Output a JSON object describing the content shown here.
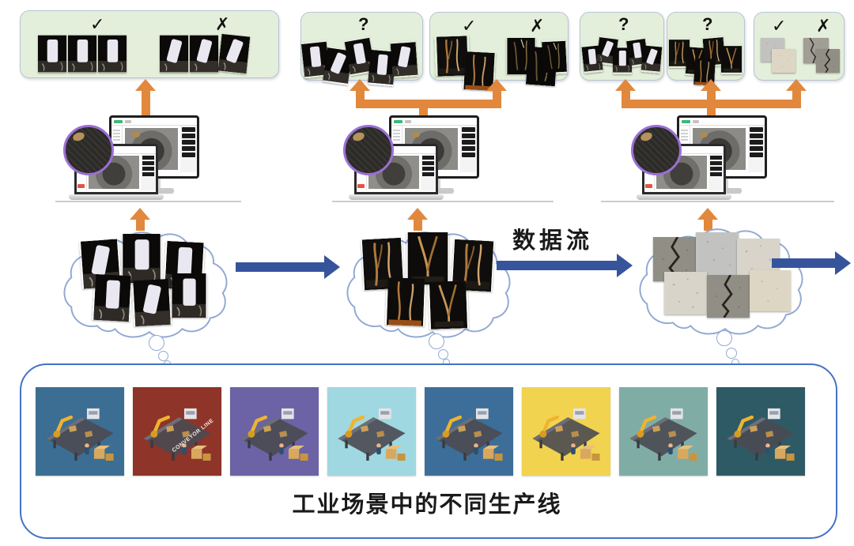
{
  "figure": {
    "flow_label": "数据流",
    "caption": "工业场景中的不同生产线"
  },
  "colors": {
    "box_fill": "#e4efdb",
    "box_border": "#b7c3d6",
    "arrow_orange": "#e2883c",
    "arrow_blue": "#35549b",
    "bottom_box_border": "#4472c4",
    "cloud_outline": "#93a9d4",
    "magnifier_ring": "#9b6fd6",
    "copper_wire": "#b07a3e",
    "screen_green_chip": "#3cb878",
    "screen_red_chip": "#e05544"
  },
  "stages": [
    {
      "name": "production-line-1",
      "boxes": [
        {
          "groups": [
            {
              "symbol": "✓",
              "image_type": "transistor-normal",
              "count": 3
            },
            {
              "symbol": "✗",
              "image_type": "transistor-tilted",
              "count": 3
            }
          ]
        }
      ],
      "cloud": {
        "image_type": "transistor",
        "count": 6
      }
    },
    {
      "name": "production-line-2",
      "boxes": [
        {
          "groups": [
            {
              "symbol": "?",
              "image_type": "transistor-mixed",
              "count": 5
            }
          ]
        },
        {
          "groups": [
            {
              "symbol": "✓",
              "image_type": "cable-dark",
              "count": 2
            },
            {
              "symbol": "✗",
              "image_type": "cable-dark",
              "count": 3
            }
          ]
        }
      ],
      "cloud": {
        "image_type": "cable-dark",
        "count": 5
      }
    },
    {
      "name": "production-line-3",
      "boxes": [
        {
          "groups": [
            {
              "symbol": "?",
              "image_type": "transistor-mixed",
              "count": 5
            }
          ]
        },
        {
          "groups": [
            {
              "symbol": "?",
              "image_type": "cable-dark",
              "count": 5
            }
          ]
        },
        {
          "groups": [
            {
              "symbol": "✓",
              "image_type": "tile-normal",
              "count": 2
            },
            {
              "symbol": "✗",
              "image_type": "tile-cracked",
              "count": 2
            }
          ]
        }
      ],
      "cloud": {
        "image_type": "tile",
        "count": 6
      }
    }
  ],
  "factory_tiles": [
    {
      "bg": "#3c6e93"
    },
    {
      "bg": "#8e3429",
      "label": "CONVEYOR LINE"
    },
    {
      "bg": "#6b63a5"
    },
    {
      "bg": "#9fd8e0"
    },
    {
      "bg": "#3d6e99"
    },
    {
      "bg": "#f2d34f"
    },
    {
      "bg": "#7fada6"
    },
    {
      "bg": "#2e5a66"
    }
  ]
}
